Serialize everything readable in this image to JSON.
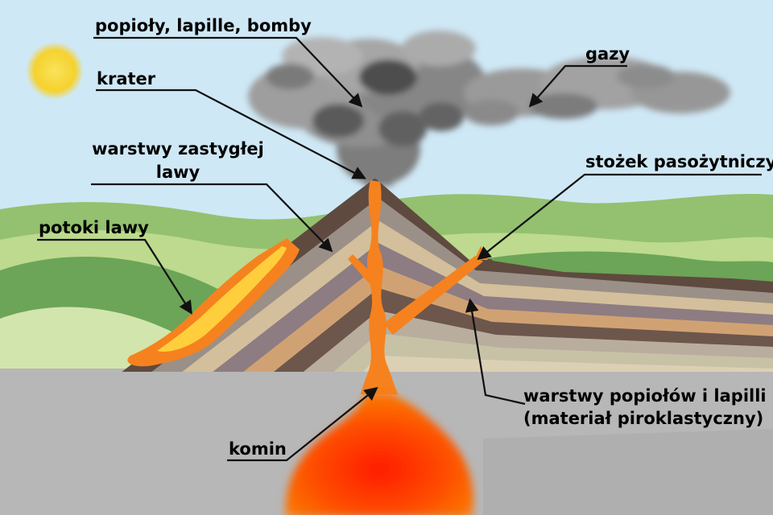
{
  "labels": {
    "ash": "popioły, lapille, bomby",
    "crater": "krater",
    "gases": "gazy",
    "frozen_lava_line1": "warstwy zastygłej",
    "frozen_lava_line2": "lawy",
    "parasitic_cone": "stożek pasożytniczy",
    "lava_flows": "potoki lawy",
    "chimney": "komin",
    "pyroclastic_line1": "warstwy popiołów i lapilli",
    "pyroclastic_line2": "(materiał piroklastyczny)"
  },
  "colors": {
    "sky": "#cfe8f5",
    "sun": "#f5d42e",
    "ground": "#b7b7b7",
    "ground_lower": "#a9a9a9",
    "lava": "#f5821e",
    "lava_highlight": "#ffd23e",
    "magma_core": "#ff1c00",
    "smoke_dark": "#4e4e4e",
    "smoke_mid": "#8a8a8a",
    "smoke_light": "#ababab",
    "line": "#111111",
    "hills": [
      "#93c16f",
      "#bdda8e",
      "#6ca557",
      "#d2e5ad"
    ],
    "strata": [
      "#5f4a40",
      "#9b9087",
      "#d3bf9b",
      "#8d7c82",
      "#d0a273",
      "#6d564c",
      "#b9ad9e",
      "#c7c2a6",
      "#dcd0b4"
    ]
  }
}
